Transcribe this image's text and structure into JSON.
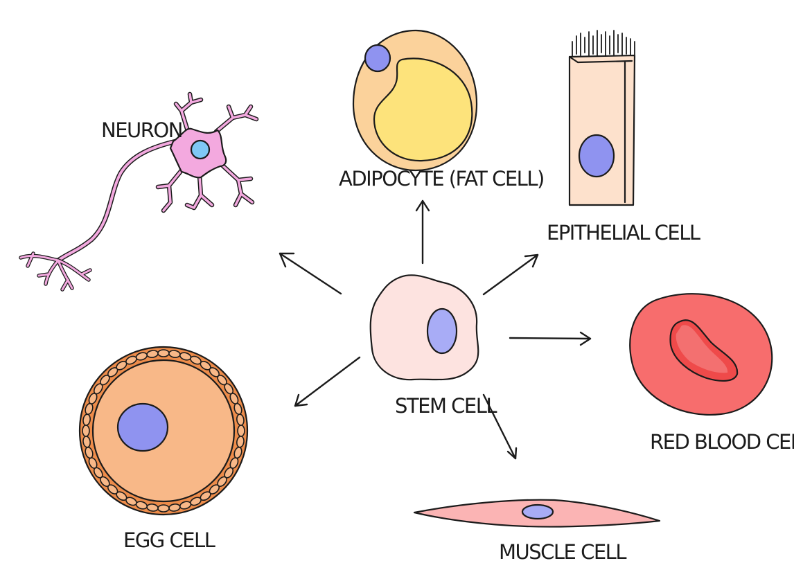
{
  "center": {
    "label": "STEM CELL"
  },
  "cells": {
    "neuron": {
      "label": "NEURON"
    },
    "adipocyte": {
      "label": "ADIPOCYTE (FAT CELL)"
    },
    "epithelial": {
      "label": "EPITHELIAL CELL"
    },
    "red_blood": {
      "label": "RED BLOOD CELL"
    },
    "muscle": {
      "label": "MUSCLE CELL"
    },
    "egg": {
      "label": "EGG CELL"
    }
  },
  "colors": {
    "stem_body": "#fde3e0",
    "nucleus": "#8f93f0",
    "neuron_body": "#f3a9df",
    "neuron_nucleus": "#7fc8f5",
    "fat_outer": "#fbd29b",
    "fat_vacuole": "#fde37b",
    "epithelial_body": "#fde1cc",
    "rbc_body": "#f76d6d",
    "rbc_center": "#ef4a4a",
    "muscle_body": "#fbb4b4",
    "egg_outer": "#ee8c4a",
    "egg_inner": "#f8b888"
  }
}
